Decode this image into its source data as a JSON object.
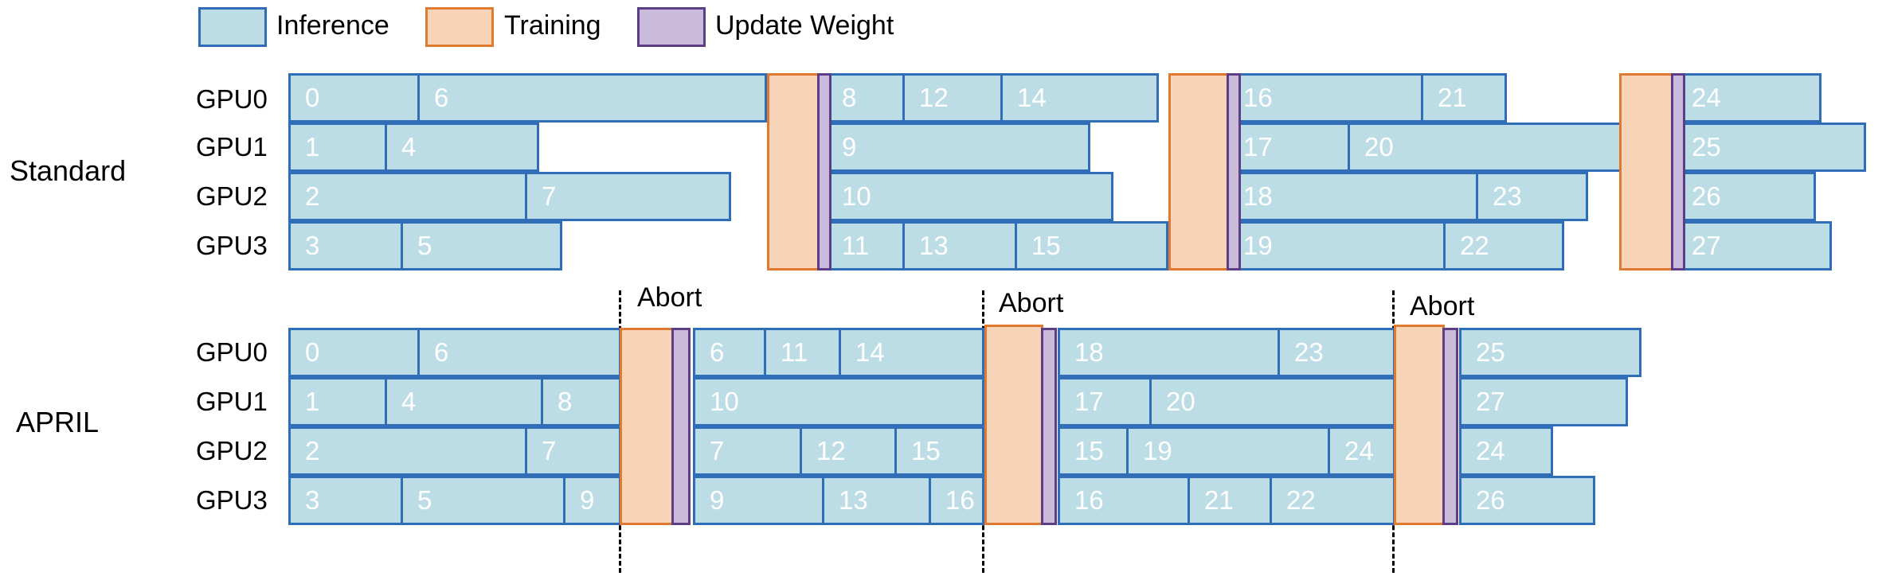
{
  "colors": {
    "inference_fill": "#bcdde6",
    "inference_stroke": "#2f6db8",
    "training_fill": "#f7d3b7",
    "training_stroke": "#e07a2e",
    "update_fill": "#c9bbd9",
    "update_stroke": "#5b3e86"
  },
  "legend": {
    "inference": "Inference",
    "training": "Training",
    "update": "Update Weight"
  },
  "standard": {
    "label": "Standard",
    "gpus": [
      "GPU0",
      "GPU1",
      "GPU2",
      "GPU3"
    ],
    "rows": [
      [
        "0",
        "6",
        "8",
        "12",
        "14",
        "16",
        "21",
        "24"
      ],
      [
        "1",
        "4",
        "9",
        "17",
        "20",
        "25"
      ],
      [
        "2",
        "7",
        "10",
        "18",
        "23",
        "26"
      ],
      [
        "3",
        "5",
        "11",
        "13",
        "15",
        "19",
        "22",
        "27"
      ]
    ]
  },
  "april": {
    "label": "APRIL",
    "gpus": [
      "GPU0",
      "GPU1",
      "GPU2",
      "GPU3"
    ],
    "abort_label": "Abort",
    "rows": [
      [
        "0",
        "6",
        "6",
        "11",
        "14",
        "18",
        "23",
        "25"
      ],
      [
        "1",
        "4",
        "8",
        "10",
        "17",
        "20",
        "27"
      ],
      [
        "2",
        "7",
        "7",
        "12",
        "15",
        "15",
        "19",
        "24",
        "24"
      ],
      [
        "3",
        "5",
        "9",
        "9",
        "13",
        "16",
        "16",
        "21",
        "22",
        "26"
      ]
    ]
  }
}
